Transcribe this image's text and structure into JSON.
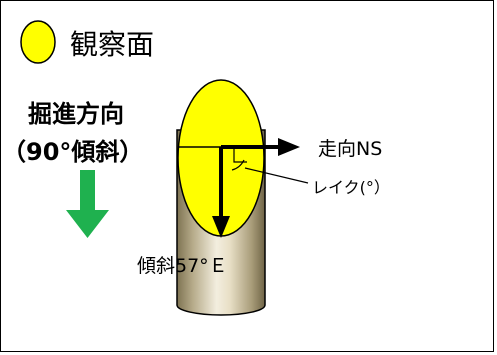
{
  "legend": {
    "label": "観察面",
    "swatch_color": "#ffff00"
  },
  "direction": {
    "title_line1": "掘進方向",
    "title_line2": "（90°傾斜）",
    "arrow_color": "#1fb14f"
  },
  "labels": {
    "strike": "走向NS",
    "rake": "レイク(°）",
    "dip": "傾斜57°Ｅ"
  },
  "colors": {
    "face_yellow": "#ffff00",
    "cylinder_light": "#e8dfc6",
    "cylinder_dark": "#8d8160"
  }
}
